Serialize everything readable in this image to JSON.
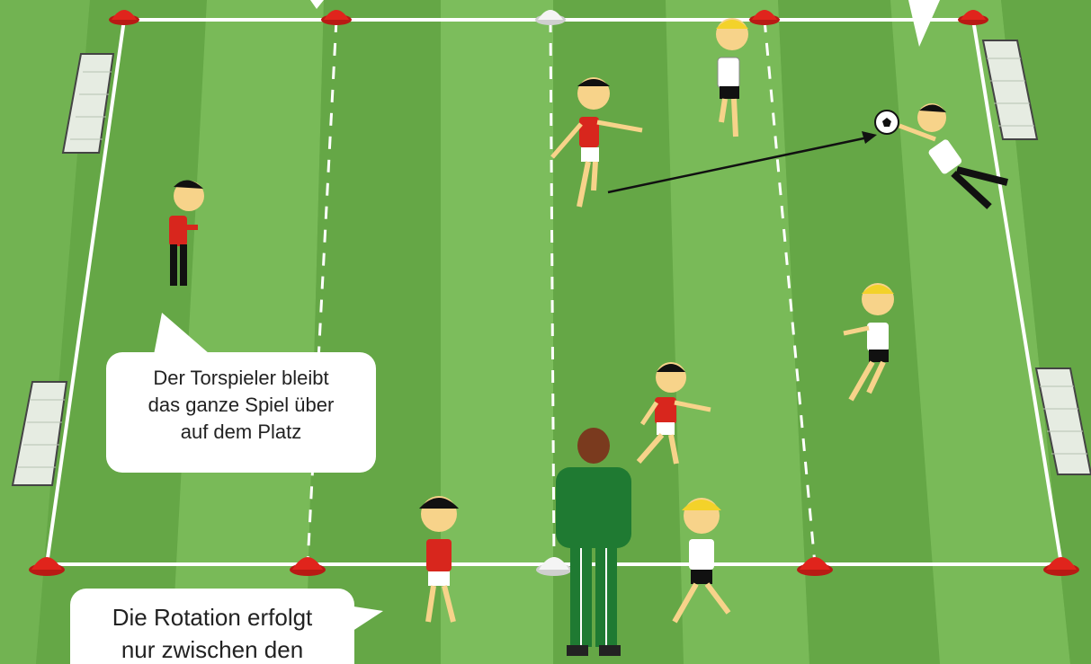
{
  "colors": {
    "grass_light": "#7cbd5c",
    "grass_dark": "#65a746",
    "line": "#ffffff",
    "cone_red": "#e0241c",
    "cone_white": "#f2f2f2",
    "team_red": "#d8261d",
    "team_white": "#ffffff",
    "coach_green": "#1f7a32"
  },
  "icons": [
    "cone",
    "mini-goal",
    "soccer-ball",
    "player",
    "coach",
    "pass-arrow"
  ],
  "callouts": {
    "keeper_note": {
      "line1": "Der Torspieler bleibt",
      "line2": "das ganze Spiel über",
      "line3": "auf dem Platz"
    },
    "rotation_note": {
      "line1": "Die Rotation erfolgt",
      "line2": "nur zwischen den"
    }
  }
}
